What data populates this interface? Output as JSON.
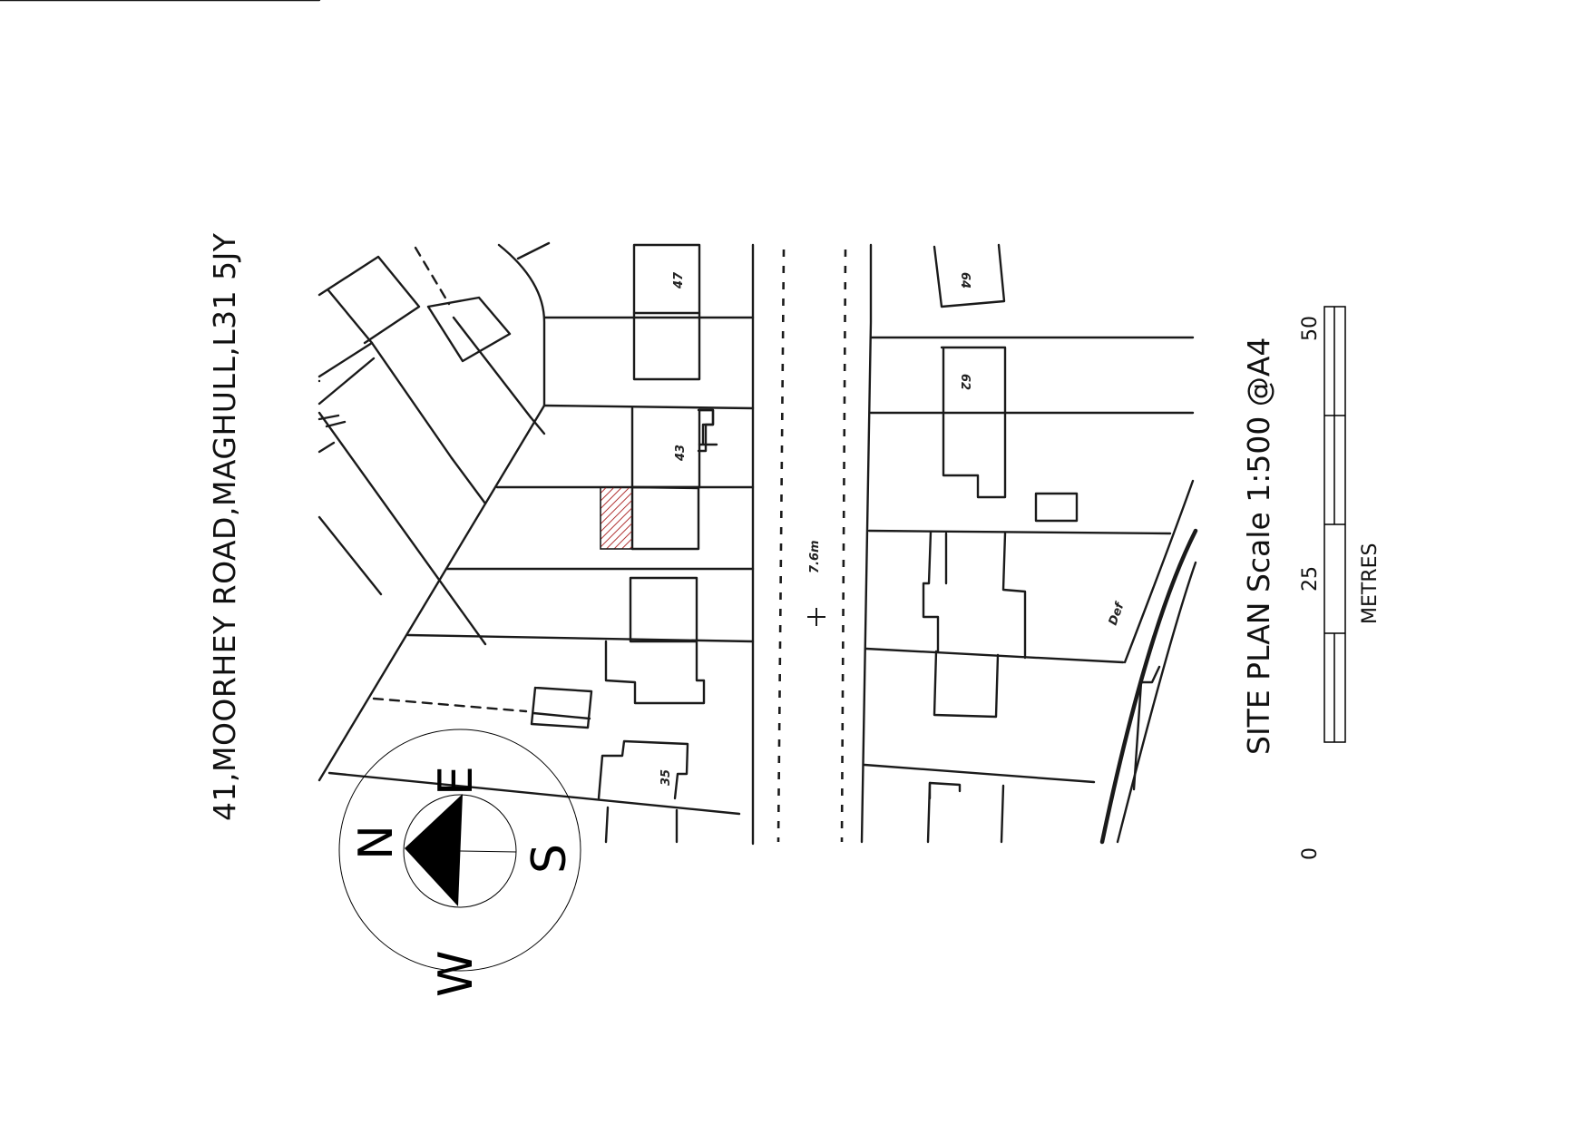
{
  "document": {
    "address": "41,MOORHEY ROAD,MAGHULL,L31 5JY",
    "title": "SITE PLAN Scale 1:500 @A4"
  },
  "scale_bar": {
    "unit_label": "METRES",
    "ticks": [
      "0",
      "25",
      "50"
    ]
  },
  "compass": {
    "north": "N",
    "south": "S",
    "east": "E",
    "west": "W",
    "icon": "north-arrow-icon"
  },
  "map": {
    "road_width_label": "7.6m",
    "spot_marker": "+",
    "house_numbers": [
      "47",
      "43",
      "35",
      "64",
      "62"
    ],
    "annotation": "Def",
    "highlight_color": "#c0392b",
    "line_color": "#1a1a1a"
  }
}
